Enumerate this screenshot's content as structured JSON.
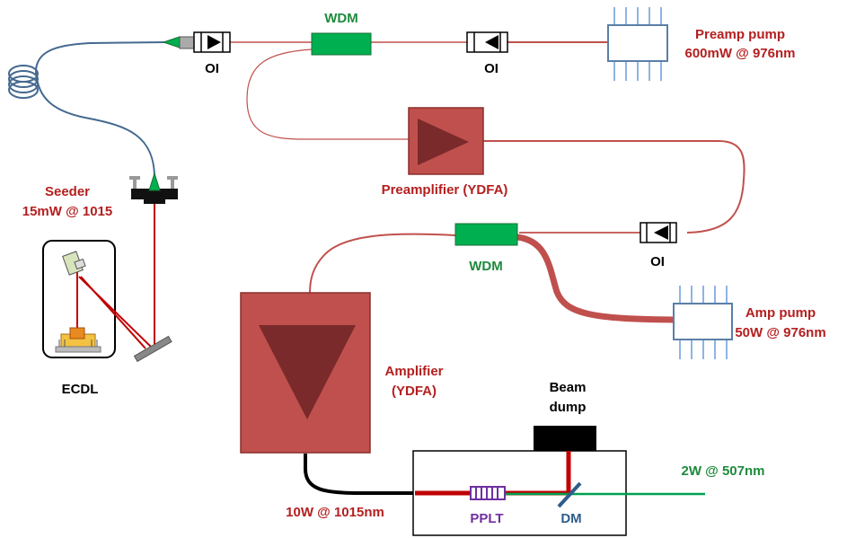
{
  "labels": {
    "wdm_top": "WDM",
    "oi_1": "OI",
    "oi_2": "OI",
    "preamp_pump_line1": "Preamp pump",
    "preamp_pump_line2": "600mW @ 976nm",
    "preamplifier": "Preamplifier (YDFA)",
    "seeder_line1": "Seeder",
    "seeder_line2": "15mW @ 1015",
    "ecdl": "ECDL",
    "wdm_mid": "WDM",
    "oi_3": "OI",
    "amp_pump_line1": "Amp pump",
    "amp_pump_line2": "50W @ 976nm",
    "amplifier_line1": "Amplifier",
    "amplifier_line2": "(YDFA)",
    "beam_dump_line1": "Beam",
    "beam_dump_line2": "dump",
    "output_green": "2W @ 507nm",
    "output_ir": "10W @ 1015nm",
    "pplt": "PPLT",
    "dm": "DM"
  },
  "colors": {
    "fiber_red": "#c0504d",
    "amp_red": "#c0504d",
    "amp_triangle": "#7a2a2a",
    "wdm_green": "#00b050",
    "fiber_blue": "#44698f",
    "pump_blue": "#8eb4e3",
    "laser_red": "#c00000",
    "beam_green": "#00a050",
    "label_red": "#b41f1f",
    "label_green": "#1e8a3c"
  },
  "icons": [
    "isolator-icon",
    "coupler-icon",
    "pump-diode-icon",
    "fiber-coil-icon",
    "mirror-icon",
    "laser-diode-icon"
  ]
}
